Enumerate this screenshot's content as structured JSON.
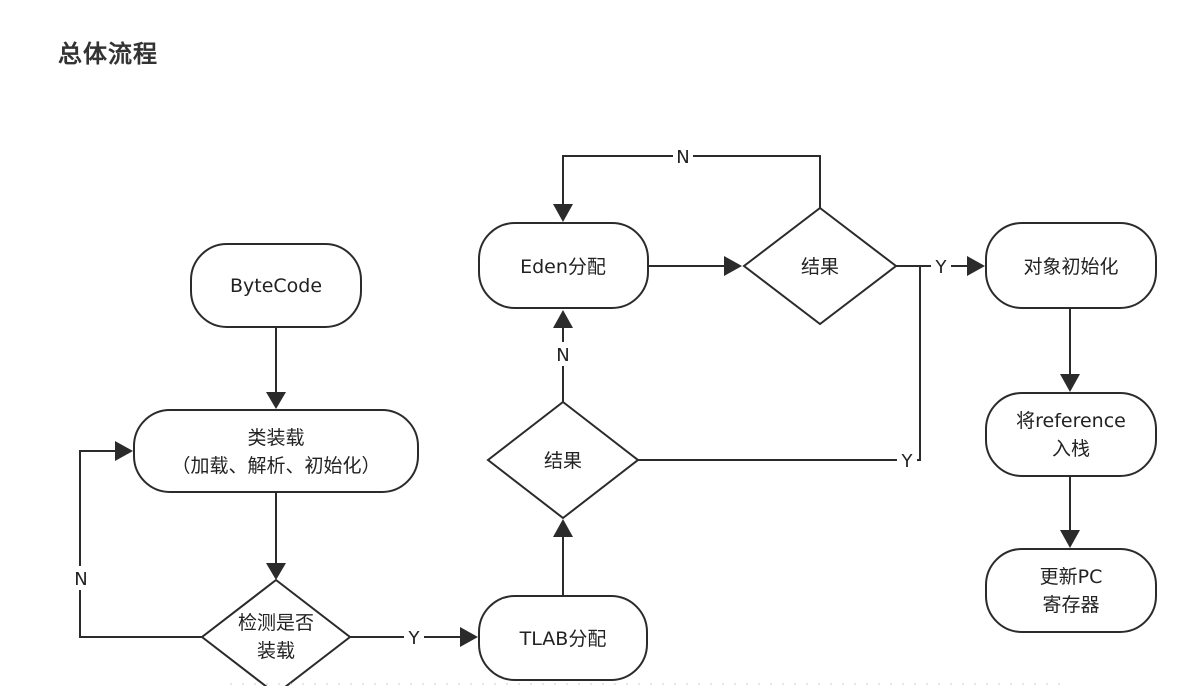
{
  "page": {
    "title": "总体流程"
  },
  "diagram": {
    "nodes": {
      "bytecode": "ByteCode",
      "class_loading_line1": "类装载",
      "class_loading_line2": "（加载、解析、初始化）",
      "check_loaded_line1": "检测是否",
      "check_loaded_line2": "装载",
      "tlab_alloc": "TLAB分配",
      "result_tlab": "结果",
      "eden_alloc": "Eden分配",
      "result_eden": "结果",
      "object_init": "对象初始化",
      "push_ref_line1": "将reference",
      "push_ref_line2": "入栈",
      "update_pc_line1": "更新PC",
      "update_pc_line2": "寄存器"
    },
    "edge_labels": {
      "check_no": "N",
      "check_yes": "Y",
      "tlab_no": "N",
      "tlab_yes": "Y",
      "eden_no": "N",
      "eden_yes": "Y"
    }
  }
}
